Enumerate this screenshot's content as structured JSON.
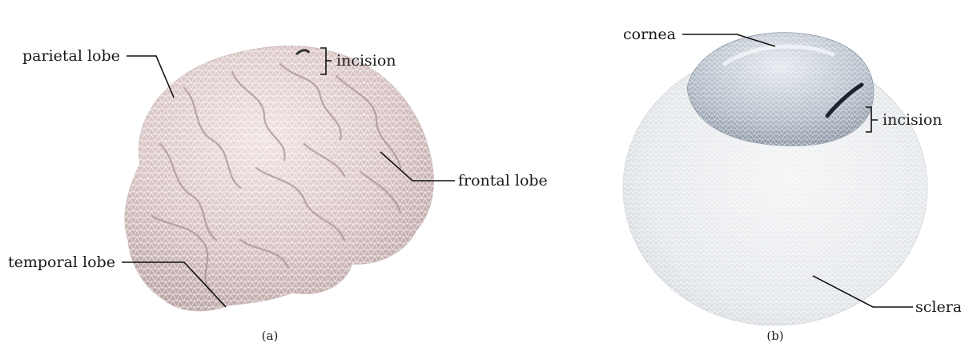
{
  "panel_a": {
    "labels": {
      "parietal": "parietal lobe",
      "incision": "incision",
      "frontal": "frontal lobe",
      "temporal": "temporal lobe"
    },
    "caption": "(a)"
  },
  "panel_b": {
    "labels": {
      "cornea": "cornea",
      "incision": "incision",
      "sclera": "sclera"
    },
    "caption": "(b)"
  },
  "colors": {
    "brain_fill": "#e2cece",
    "eye_fill": "#e6eaee",
    "cornea_fill": "#b9c3cf",
    "mesh_line": "#ffffff",
    "text": "#1a1a1a"
  }
}
